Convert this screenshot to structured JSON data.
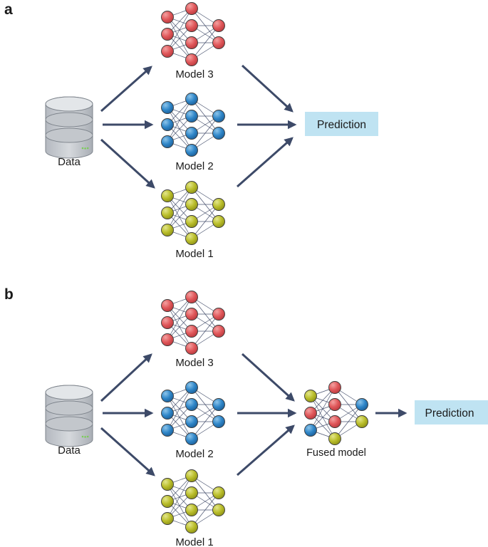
{
  "panels": [
    {
      "letter": "a",
      "data_label": "Data",
      "models": [
        {
          "label": "Model 3",
          "color": "red"
        },
        {
          "label": "Model 2",
          "color": "blue"
        },
        {
          "label": "Model 1",
          "color": "olive"
        }
      ],
      "output_label": "Prediction"
    },
    {
      "letter": "b",
      "data_label": "Data",
      "models": [
        {
          "label": "Model 3",
          "color": "red"
        },
        {
          "label": "Model 2",
          "color": "blue"
        },
        {
          "label": "Model 1",
          "color": "olive"
        }
      ],
      "fused_label": "Fused model",
      "output_label": "Prediction"
    }
  ],
  "colors": {
    "red": "#e0575a",
    "blue": "#2f86c8",
    "olive": "#b9bd2a",
    "arrow": "#3d4a68",
    "prediction_box": "#bfe3f2",
    "database_body": "#c9cdd2",
    "database_light": "#e3e6e9",
    "database_dark": "#a7acb3",
    "led": "#7ccc5a"
  }
}
